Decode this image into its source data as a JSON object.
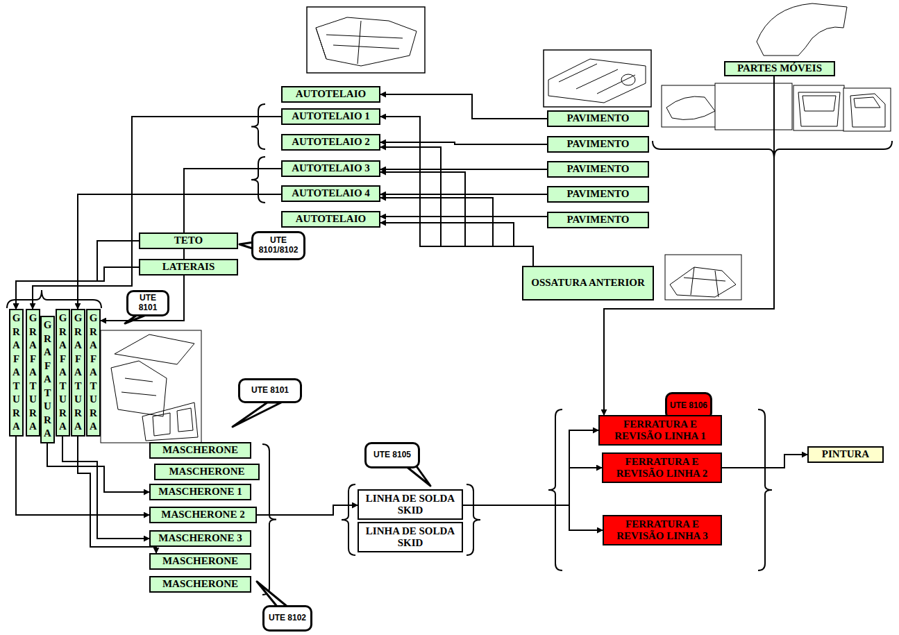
{
  "diagram": {
    "nodes": [
      {
        "text": [
          "AUTOTELAIO"
        ]
      },
      {
        "text": [
          "AUTOTELAIO 1"
        ]
      },
      {
        "text": [
          "AUTOTELAIO 2"
        ]
      },
      {
        "text": [
          "AUTOTELAIO 3"
        ]
      },
      {
        "text": [
          "AUTOTELAIO 4"
        ]
      },
      {
        "text": [
          "AUTOTELAIO"
        ]
      },
      {
        "text": [
          "PARTES MÓVEIS"
        ]
      },
      {
        "text": [
          "PAVIMENTO"
        ]
      },
      {
        "text": [
          "PAVIMENTO"
        ]
      },
      {
        "text": [
          "PAVIMENTO"
        ]
      },
      {
        "text": [
          "PAVIMENTO"
        ]
      },
      {
        "text": [
          "PAVIMENTO"
        ]
      },
      {
        "text": [
          "TETO"
        ]
      },
      {
        "text": [
          "LATERAIS"
        ]
      },
      {
        "text": [
          "UTE 8101/8102"
        ]
      },
      {
        "text": [
          "OSSATURA ANTERIOR"
        ]
      },
      {
        "text": [
          "UTE 8101"
        ]
      },
      {
        "text": [
          "GRAFATURA"
        ]
      },
      {
        "text": [
          "GRAFATURA"
        ]
      },
      {
        "text": [
          "GRAFATURA"
        ]
      },
      {
        "text": [
          "GRAFATURA"
        ]
      },
      {
        "text": [
          "GRAFATURA"
        ]
      },
      {
        "text": [
          "GRAFATURA"
        ]
      },
      {
        "text": [
          "UTE 8101"
        ]
      },
      {
        "text": [
          "UTE 8106"
        ]
      },
      {
        "text": [
          "UTE 8105"
        ]
      },
      {
        "text": [
          "MASCHERONE"
        ]
      },
      {
        "text": [
          "MASCHERONE"
        ]
      },
      {
        "text": [
          "MASCHERONE 1"
        ]
      },
      {
        "text": [
          "MASCHERONE 2"
        ]
      },
      {
        "text": [
          "MASCHERONE 3"
        ]
      },
      {
        "text": [
          "MASCHERONE"
        ]
      },
      {
        "text": [
          "MASCHERONE"
        ]
      },
      {
        "text": [
          "LINHA DE SOLDA SKID"
        ]
      },
      {
        "text": [
          "LINHA DE SOLDA SKID"
        ]
      },
      {
        "text": [
          "FERRATURA E REVISÃO LINHA 1"
        ]
      },
      {
        "text": [
          "FERRATURA E REVISÃO LINHA 2"
        ]
      },
      {
        "text": [
          "FERRATURA E REVISÃO LINHA 3"
        ]
      },
      {
        "text": [
          "PINTURA"
        ]
      },
      {
        "text": [
          "UTE 8102"
        ]
      }
    ],
    "edges": [
      {
        "from": 7,
        "to": 0,
        "arrow": "to"
      },
      {
        "from": 8,
        "to": 2,
        "arrow": "to"
      },
      {
        "from": 9,
        "to": 3,
        "arrow": "to"
      },
      {
        "from": 10,
        "to": 4,
        "arrow": "to"
      },
      {
        "from": 11,
        "to": 5,
        "arrow": "to"
      },
      {
        "from": 15,
        "to": 1,
        "arrow": "to"
      },
      {
        "from": 15,
        "to": 2,
        "arrow": "to"
      },
      {
        "from": 15,
        "to": 3,
        "arrow": "to"
      },
      {
        "from": 15,
        "to": 4,
        "arrow": "to"
      },
      {
        "from": 15,
        "to": 5,
        "arrow": "to"
      },
      {
        "from": 6,
        "to": 35,
        "arrow": "to"
      },
      {
        "from": 12,
        "to": 17,
        "arrow": "to"
      },
      {
        "from": 13,
        "to": 17,
        "arrow": "to"
      },
      {
        "from": 1,
        "to": 18,
        "arrow": "to"
      },
      {
        "from": 3,
        "to": 22,
        "arrow": "to"
      },
      {
        "from": 4,
        "to": 21,
        "arrow": "to"
      },
      {
        "from": 17,
        "to": 29,
        "arrow": "to"
      },
      {
        "from": 19,
        "to": 28,
        "arrow": "to"
      },
      {
        "from": 20,
        "to": 30,
        "arrow": "to"
      },
      {
        "from": 21,
        "to": 31,
        "arrow": "to"
      },
      {
        "from": 29,
        "to": 33,
        "arrow": "to"
      },
      {
        "from": 33,
        "to": 35,
        "arrow": "to"
      },
      {
        "from": 33,
        "to": 36,
        "arrow": "to"
      },
      {
        "from": 33,
        "to": 37,
        "arrow": "to"
      },
      {
        "from": 36,
        "to": 38,
        "arrow": "to"
      }
    ]
  }
}
